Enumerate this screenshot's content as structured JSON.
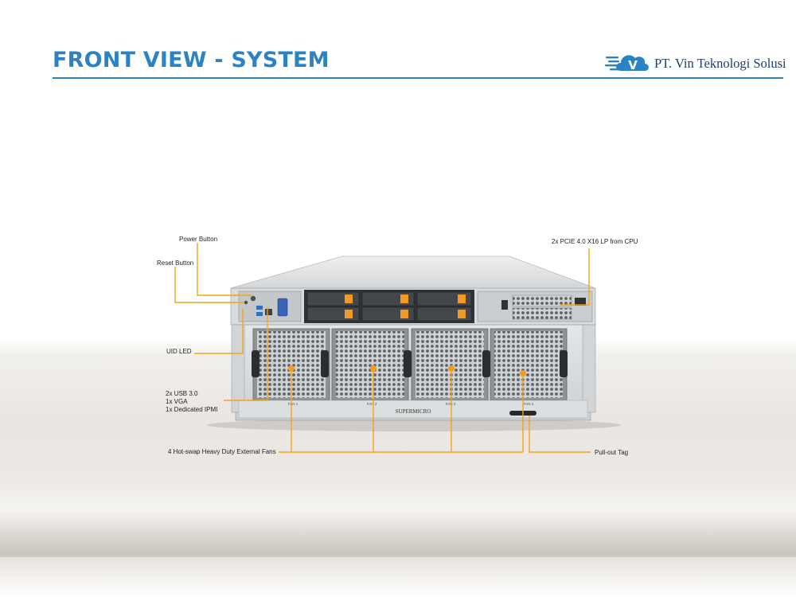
{
  "slide": {
    "title": "FRONT VIEW - SYSTEM",
    "brand": "PT. Vin Teknologi Solusi",
    "accent_color": "#2b83c3",
    "leader_color": "#f2a516"
  },
  "chassis": {
    "brand_mark": "SUPERMICRO",
    "fan_labels": [
      "FAN 1",
      "FAN 2",
      "FAN 3",
      "FAN 4"
    ]
  },
  "callouts": {
    "power_button": "Power Button",
    "reset_button": "Reset Button",
    "uid_led": "UID LED",
    "ports": [
      "2x USB 3.0",
      "1x VGA",
      "1x Dedicated IPMI"
    ],
    "fans": "4 Hot-swap Heavy Duty External Fans",
    "pcie": "2x PCIE 4.0 X16 LP from CPU",
    "pull_out_tag": "Pull-out Tag"
  }
}
